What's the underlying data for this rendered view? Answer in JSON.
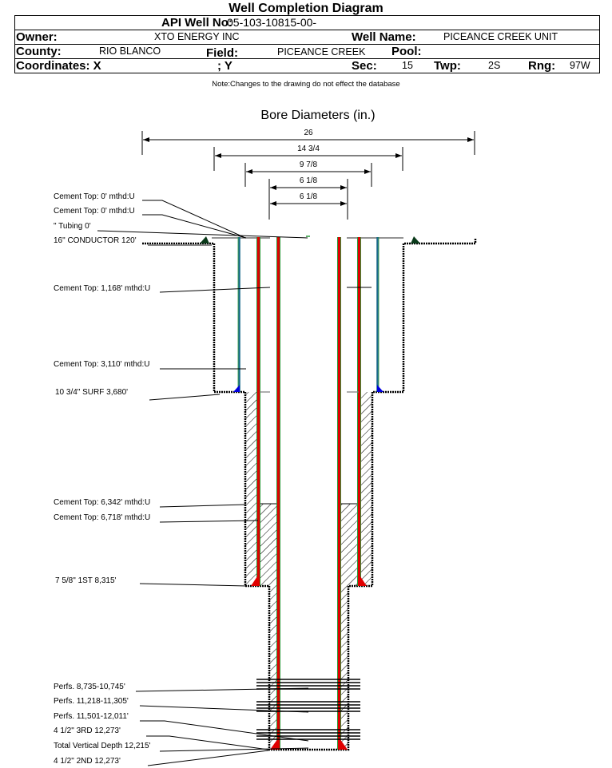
{
  "title": "Well Completion Diagram",
  "header": {
    "api_label": "API Well No:",
    "api_value": "05-103-10815-00-",
    "owner_label": "Owner:",
    "owner_value": "XTO ENERGY INC",
    "well_name_label": "Well Name:",
    "well_name_value": "PICEANCE CREEK UNIT",
    "county_label": "County:",
    "county_value": "RIO BLANCO",
    "field_label": "Field:",
    "field_value": "PICEANCE CREEK",
    "pool_label": "Pool:",
    "pool_value": "",
    "coord_label": "Coordinates: X",
    "coord_y_label": "; Y",
    "sec_label": "Sec:",
    "sec_value": "15",
    "twp_label": "Twp:",
    "twp_value": "2S",
    "rng_label": "Rng:",
    "rng_value": "97W"
  },
  "note": "Note:Changes to the drawing do not effect the database",
  "bore_title": "Bore Diameters (in.)",
  "bore_diameters": [
    "26",
    "14 3/4",
    "9 7/8",
    "6 1/8",
    "6 1/8"
  ],
  "annotations": [
    "Cement Top: 0' mthd:U",
    "Cement Top: 0' mthd:U",
    "\" Tubing 0'",
    "16\" CONDUCTOR  120'",
    "Cement Top: 1,168' mthd:U",
    "Cement Top: 3,110' mthd:U",
    "10 3/4\" SURF      3,680'",
    "Cement Top: 6,342' mthd:U",
    "Cement Top: 6,718' mthd:U",
    "7 5/8\" 1ST        8,315'",
    "Perfs. 8,735-10,745'",
    "Perfs. 11,218-11,305'",
    "Perfs. 11,501-12,011'",
    "4 1/2\" 3RD       12,273'",
    "Total Vertical Depth 12,215'",
    "4 1/2\" 2ND       12,273'"
  ],
  "colors": {
    "casing_red": "#e00000",
    "casing_green": "#0a8a2a",
    "conductor_green": "#1a6a5a",
    "shoe_blue": "#0000e0"
  }
}
